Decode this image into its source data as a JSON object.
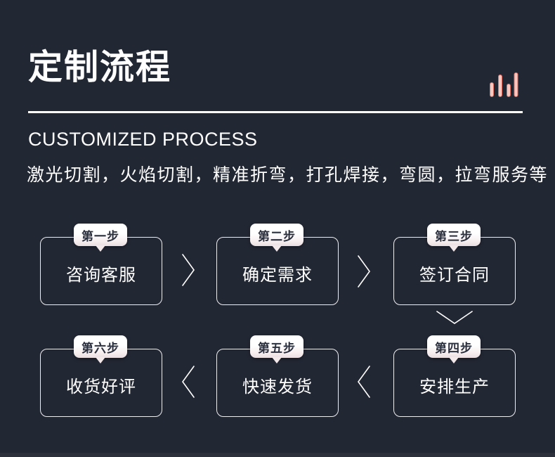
{
  "page": {
    "background_color": "#222734",
    "text_color": "#ffffff",
    "accent_color": "#dd6f63",
    "accent_fill_color": "#f5cac3",
    "tag_text_color": "#2a2f3d"
  },
  "header": {
    "title": "定制流程",
    "subtitle_en": "CUSTOMIZED PROCESS",
    "description": "激光切割，火焰切割，精准折弯，打孔焊接，弯圆，拉弯服务等",
    "icon": "bar-chart-icon"
  },
  "flow": {
    "steps": [
      {
        "tag": "第一步",
        "label": "咨询客服"
      },
      {
        "tag": "第二步",
        "label": "确定需求"
      },
      {
        "tag": "第三步",
        "label": "签订合同"
      },
      {
        "tag": "第四步",
        "label": "安排生产"
      },
      {
        "tag": "第五步",
        "label": "快速发货"
      },
      {
        "tag": "第六步",
        "label": "收货好评"
      }
    ],
    "row1_order": [
      "第一步",
      "第二步",
      "第三步"
    ],
    "row2_order": [
      "第六步",
      "第五步",
      "第四步"
    ],
    "arrows": [
      "right",
      "right",
      "down",
      "left",
      "left"
    ]
  }
}
